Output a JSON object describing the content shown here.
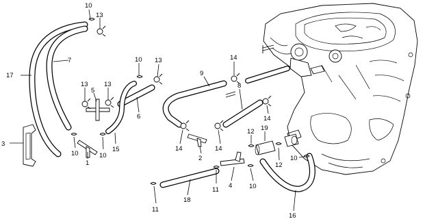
{
  "diagram": {
    "callouts": {
      "c1": "1",
      "c2": "2",
      "c3": "3",
      "c4": "4",
      "c5": "5",
      "c6": "6",
      "c7": "7",
      "c8": "8",
      "c9": "9",
      "c10a": "10",
      "c10b": "10",
      "c10c": "10",
      "c10d": "10",
      "c10e": "10",
      "c10f": "10",
      "c11a": "11",
      "c11b": "11",
      "c12a": "12",
      "c12b": "12",
      "c13a": "13",
      "c13b": "13",
      "c13c": "13",
      "c13d": "13",
      "c14a": "14",
      "c14b": "14",
      "c14c": "14",
      "c14d": "14",
      "c15": "15",
      "c16": "16",
      "c17": "17",
      "c18": "18",
      "c19": "19"
    }
  }
}
